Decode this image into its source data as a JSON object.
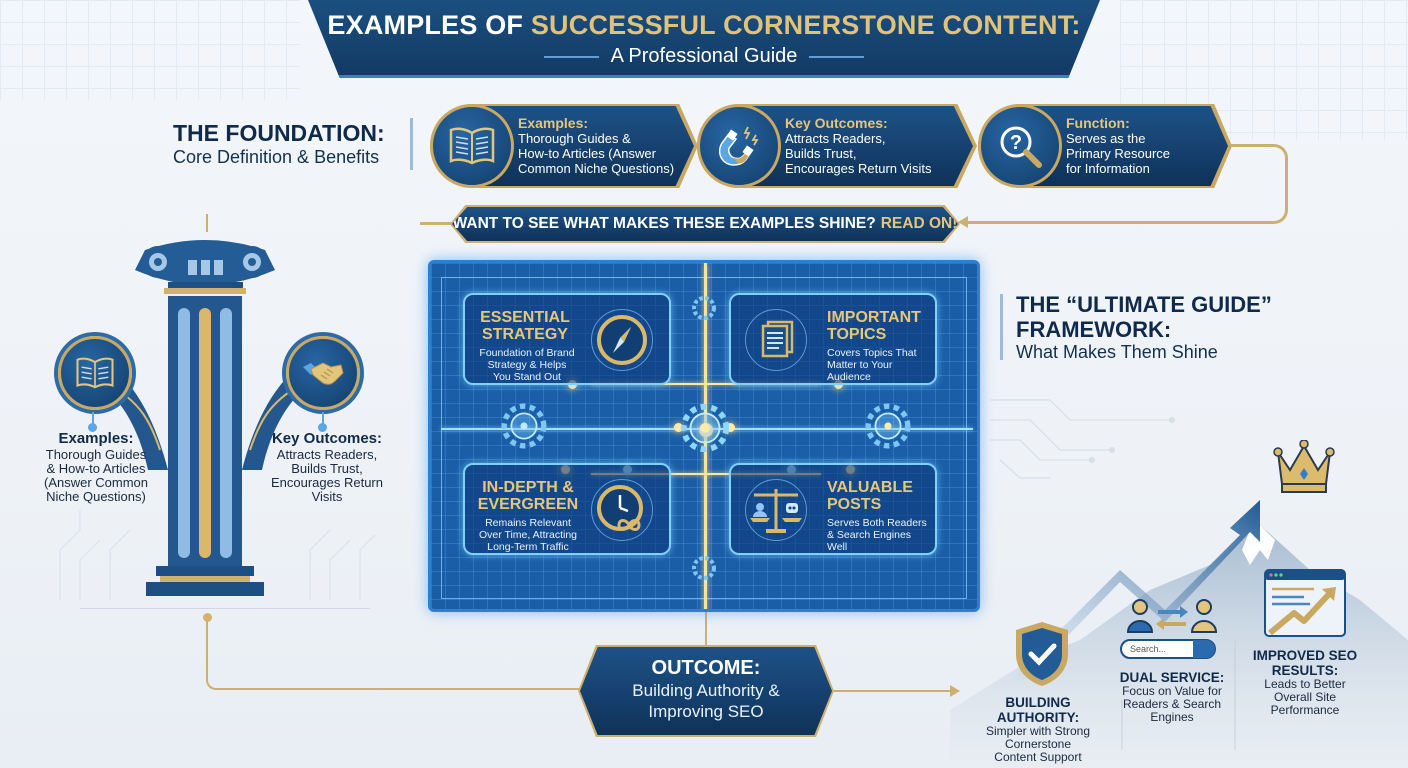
{
  "header": {
    "title_white": "EXAMPLES OF ",
    "title_gold": "SUCCESSFUL CORNERSTONE CONTENT:",
    "subtitle": "A Professional Guide"
  },
  "foundation": {
    "title": "THE FOUNDATION:",
    "subtitle": "Core Definition & Benefits",
    "cards": [
      {
        "icon": "open-book-icon",
        "heading": "Examples:",
        "lines": [
          "Thorough Guides &",
          "How-to Articles (Answer",
          "Common Niche Questions)"
        ]
      },
      {
        "icon": "magnet-icon",
        "heading": "Key Outcomes:",
        "lines": [
          "Attracts Readers,",
          "Builds Trust,",
          "Encourages Return Visits"
        ]
      },
      {
        "icon": "magnifier-question-icon",
        "heading": "Function:",
        "lines": [
          "Serves as the",
          "Primary Resource",
          "for Information"
        ]
      }
    ]
  },
  "read_on": {
    "text": "WANT TO SEE WHAT MAKES THESE EXAMPLES SHINE?",
    "gold": "READ ON!"
  },
  "pillar": {
    "left": {
      "icon": "open-book-icon",
      "heading": "Examples:",
      "lines": [
        "Thorough Guides",
        "& How-to Articles",
        "(Answer Common",
        "Niche Questions)"
      ]
    },
    "right": {
      "icon": "handshake-icon",
      "heading": "Key Outcomes:",
      "lines": [
        "Attracts Readers,",
        "Builds Trust,",
        "Encourages Return",
        "Visits"
      ]
    }
  },
  "framework": {
    "title_line1": "THE “ULTIMATE GUIDE”",
    "title_line2": "FRAMEWORK:",
    "subtitle": "What Makes Them Shine",
    "cards": [
      {
        "icon": "compass-icon",
        "title": [
          "ESSENTIAL",
          "STRATEGY"
        ],
        "desc": [
          "Foundation of Brand",
          "Strategy & Helps",
          "You Stand Out"
        ]
      },
      {
        "icon": "documents-icon",
        "title": [
          "IMPORTANT",
          "TOPICS"
        ],
        "desc": [
          "Covers Topics That",
          "Matter to Your",
          "Audience"
        ]
      },
      {
        "icon": "clock-infinity-icon",
        "title": [
          "IN-DEPTH &",
          "EVERGREEN"
        ],
        "desc": [
          "Remains Relevant",
          "Over Time, Attracting",
          "Long-Term Traffic"
        ]
      },
      {
        "icon": "scale-icon",
        "title": [
          "VALUABLE",
          "POSTS"
        ],
        "desc": [
          "Serves Both Readers",
          "& Search Engines",
          "Well"
        ]
      }
    ]
  },
  "outcome": {
    "heading": "OUTCOME:",
    "lines": [
      "Building Authority &",
      "Improving SEO"
    ]
  },
  "results": [
    {
      "icon": "shield-check-icon",
      "heading": [
        "BUILDING",
        "AUTHORITY:"
      ],
      "lines": [
        "Simpler with Strong",
        "Cornerstone",
        "Content Support"
      ]
    },
    {
      "icon": "users-exchange-icon",
      "search_placeholder": "Search...",
      "heading": [
        "DUAL SERVICE:"
      ],
      "lines": [
        "Focus on Value for",
        "Readers & Search",
        "Engines"
      ]
    },
    {
      "icon": "browser-chart-icon",
      "heading": [
        "IMPROVED SEO",
        "RESULTS:"
      ],
      "lines": [
        "Leads to Better",
        "Overall Site",
        "Performance"
      ]
    }
  ],
  "colors": {
    "navy": "#123a63",
    "gold": "#c9a862",
    "gold_text": "#e3c57e",
    "blueprint": "#1a5ea8",
    "background": "#f0f4f8"
  }
}
